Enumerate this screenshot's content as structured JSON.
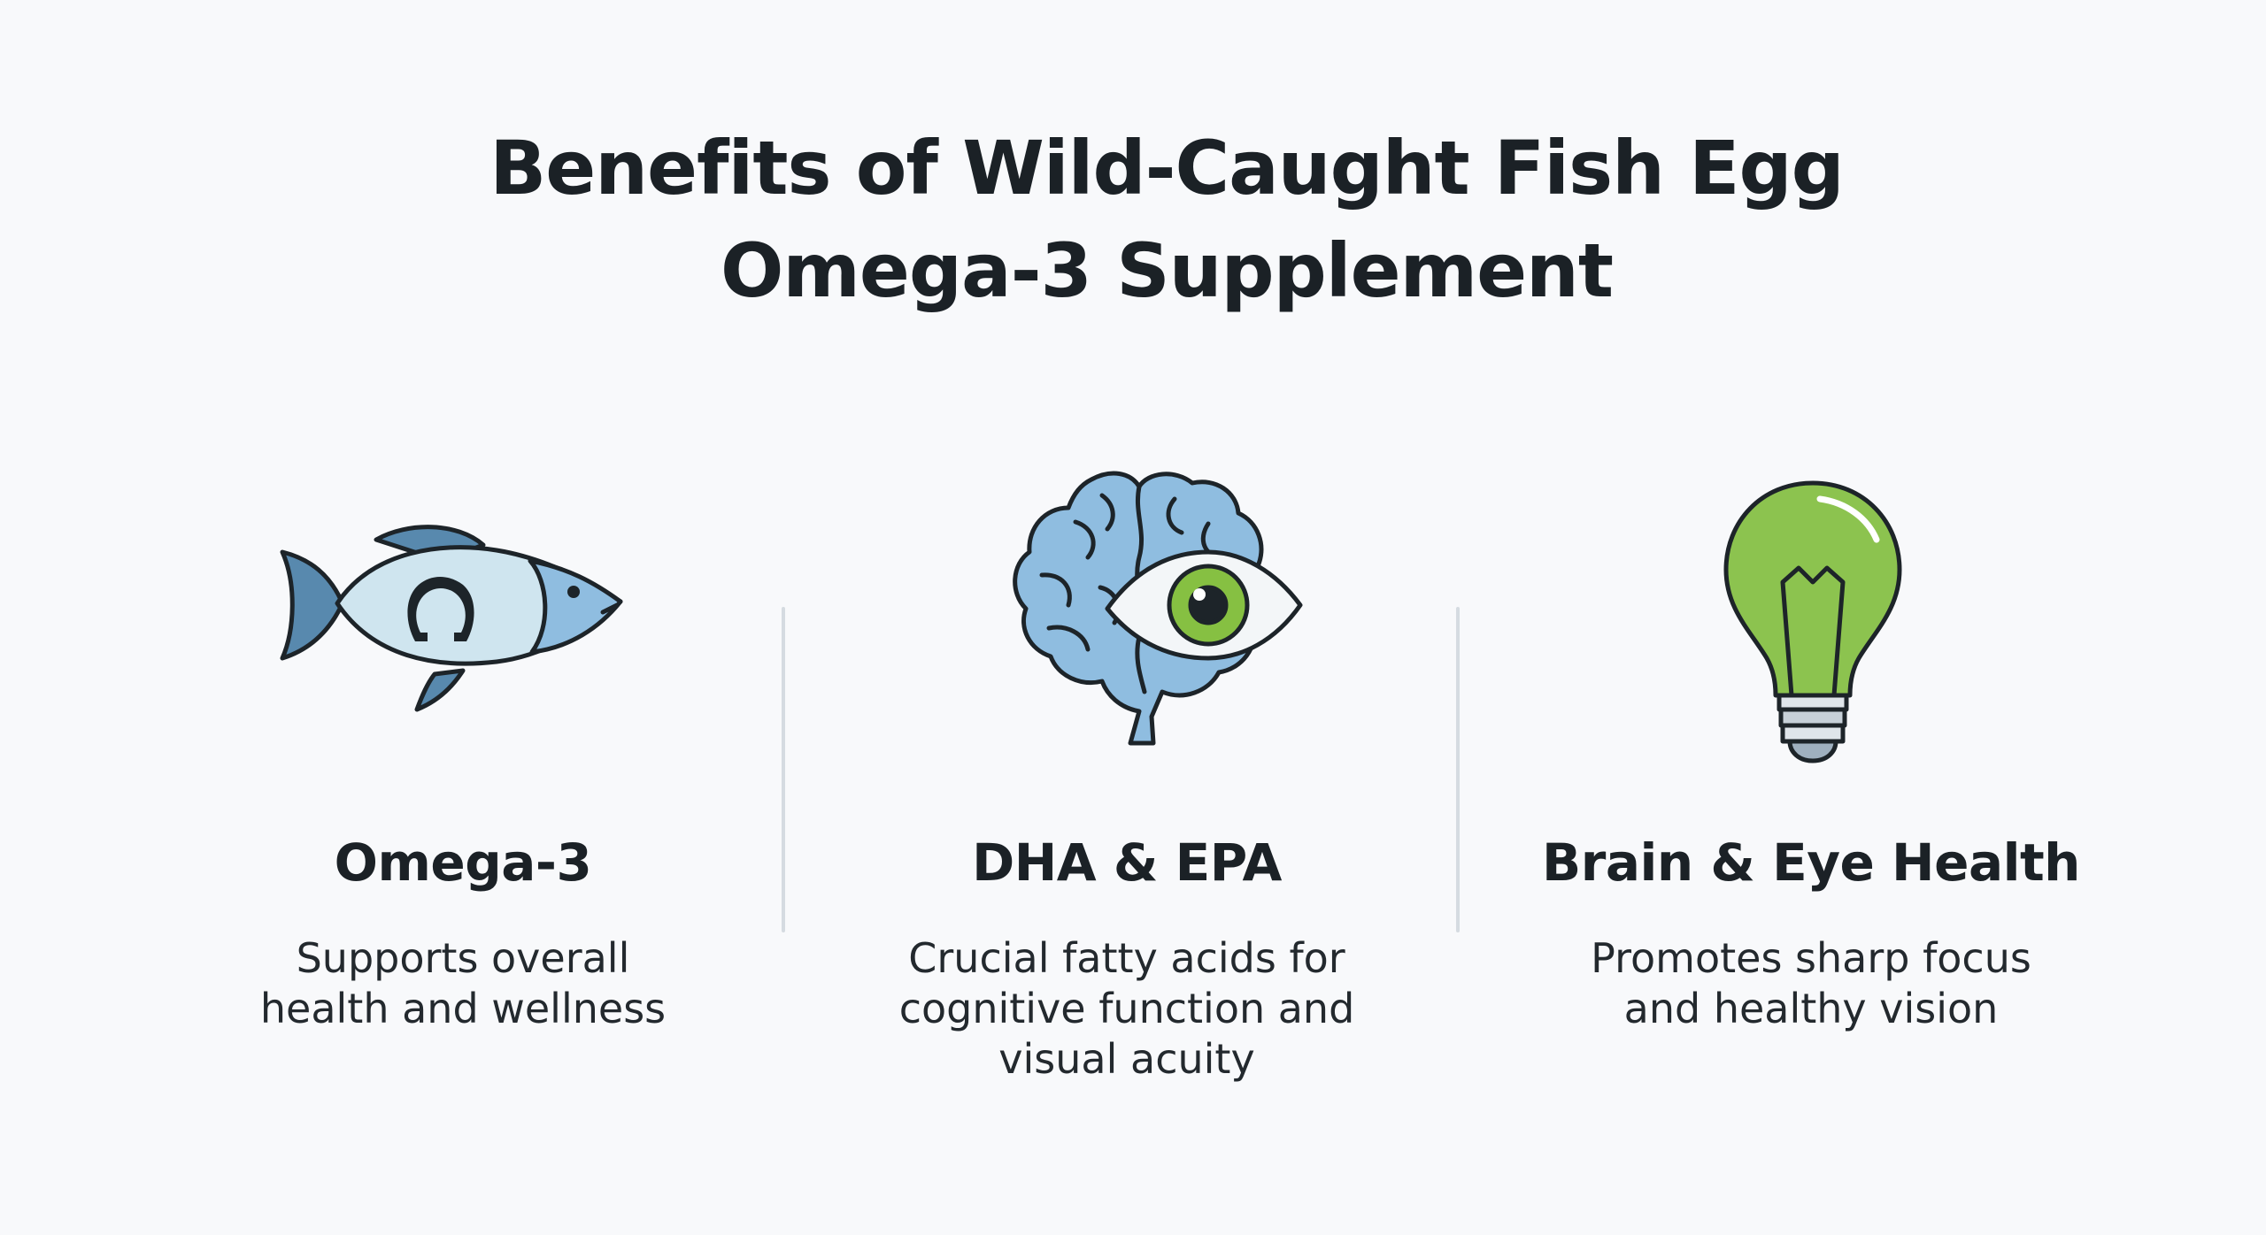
{
  "title": {
    "line1": "Benefits of Wild-Caught Fish Egg",
    "line2": "Omega-3 Supplement"
  },
  "benefits": [
    {
      "icon": "fish-omega-icon",
      "heading": "Omega-3",
      "desc_lines": [
        "Supports overall",
        "health and wellness"
      ]
    },
    {
      "icon": "brain-eye-icon",
      "heading": "DHA & EPA",
      "desc_lines": [
        "Crucial fatty acids for",
        "cognitive function and",
        "visual acuity"
      ]
    },
    {
      "icon": "lightbulb-icon",
      "heading": "Brain & Eye Health",
      "desc_lines": [
        "Promotes sharp focus",
        "and healthy vision"
      ]
    }
  ],
  "colors": {
    "background": "#f8f9fb",
    "text": "#1b2126",
    "fish_body": "#cfe5ef",
    "fish_fin": "#5889ae",
    "brain": "#8fbde0",
    "iris_green": "#86c042",
    "bulb_green": "#8cc34f",
    "outline": "#1d2429",
    "divider": "#d5dbe1"
  }
}
